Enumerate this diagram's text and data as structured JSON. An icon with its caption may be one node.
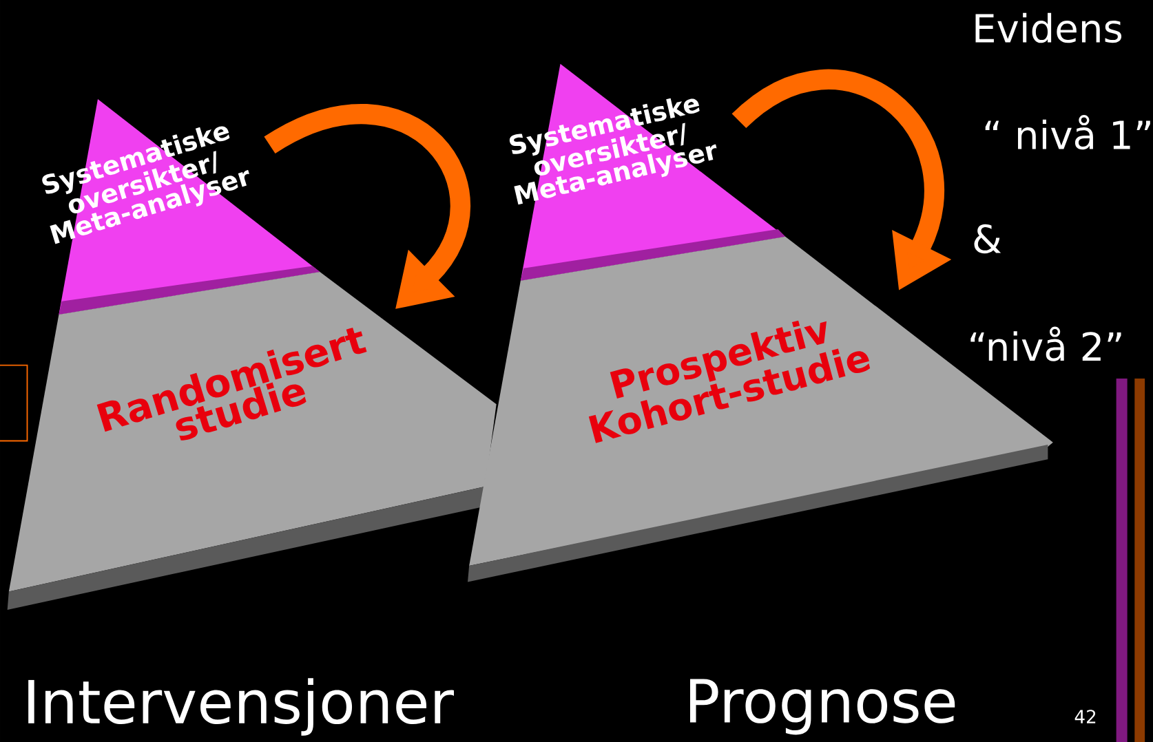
{
  "diagram": {
    "nodes": [
      {
        "text": [
          "Systematiske oversikter/ Meta-analyser"
        ]
      },
      {
        "text": [
          "Randomisert studie"
        ]
      },
      {
        "text": [
          "Systematiske oversikter/ Meta-analyser"
        ]
      },
      {
        "text": [
          "Prospektiv Kohort-studie"
        ]
      }
    ],
    "edges": [
      {
        "from": 0,
        "to": 1,
        "arrow": "to"
      },
      {
        "from": 2,
        "to": 3,
        "arrow": "to"
      }
    ],
    "labels": [
      "Evidens",
      "“ nivå 1”",
      "&",
      "“nivå 2”",
      "Intervensjoner",
      "Prognose",
      "42"
    ]
  }
}
